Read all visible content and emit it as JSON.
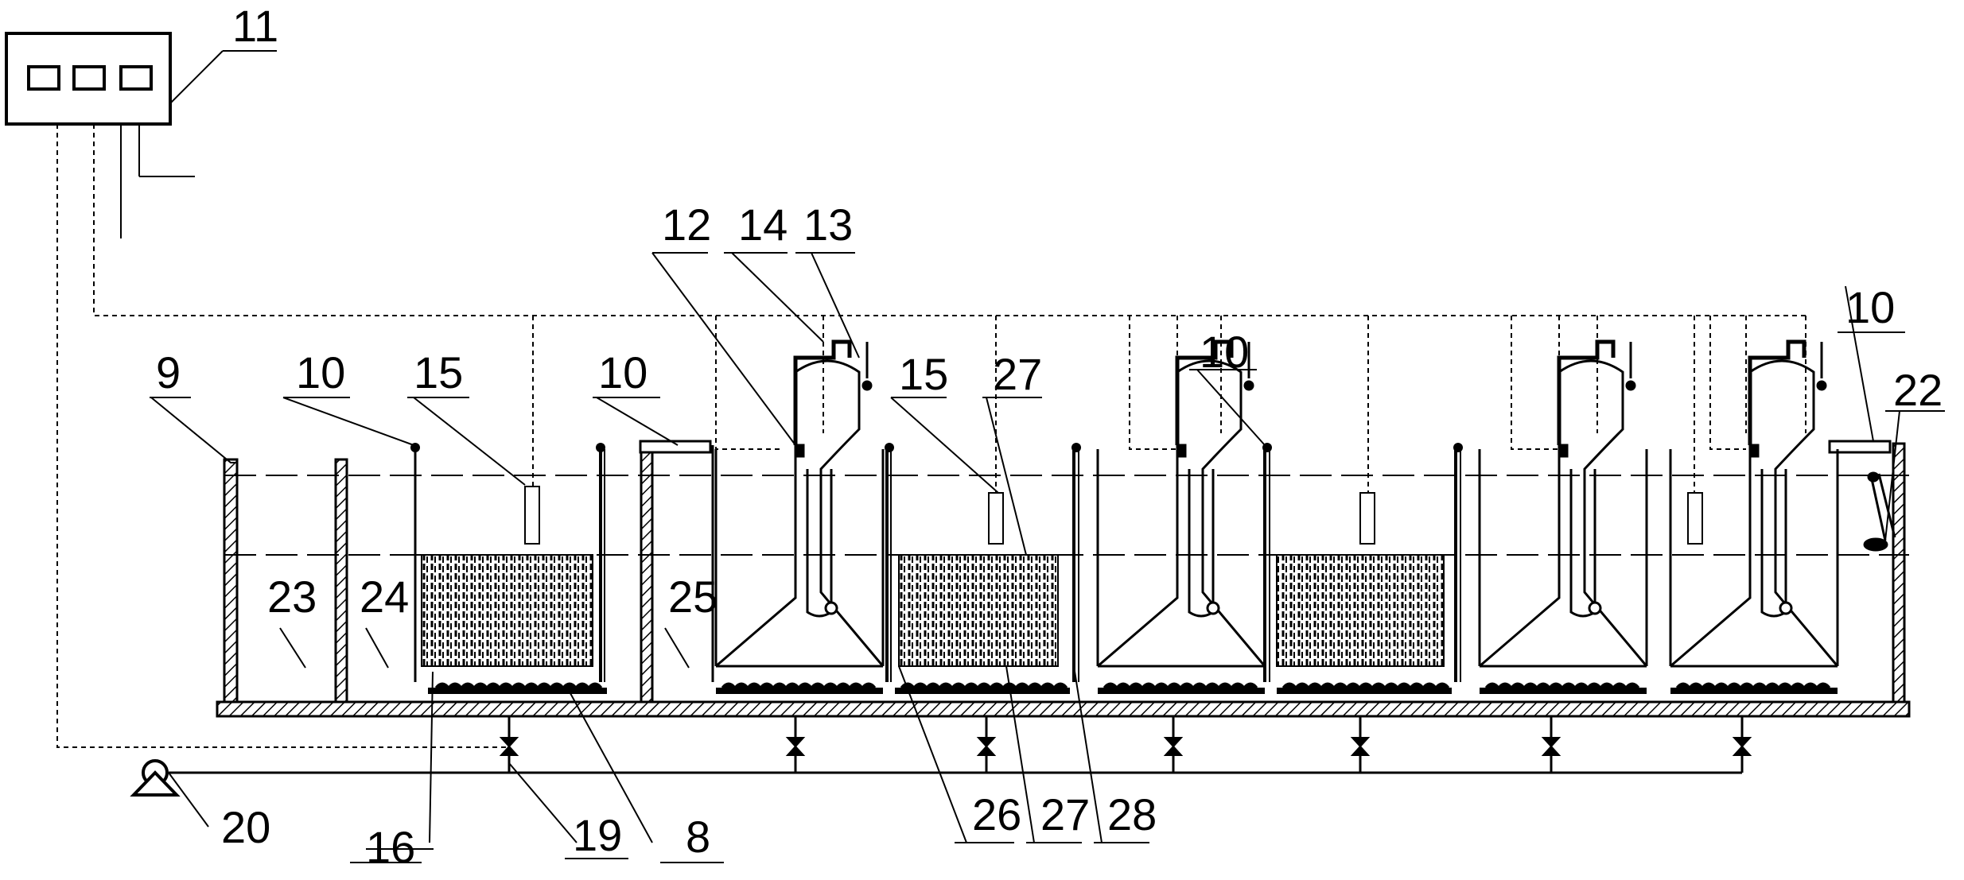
{
  "labels": {
    "l11": "11",
    "l9": "9",
    "l10a": "10",
    "l15a": "15",
    "l10b": "10",
    "l12": "12",
    "l14": "14",
    "l13": "13",
    "l15b": "15",
    "l27top": "27",
    "l10c": "10",
    "l10d": "10",
    "l22": "22",
    "l23": "23",
    "l24": "24",
    "l25": "25",
    "l20": "20",
    "l16": "16",
    "l19": "19",
    "l8": "8",
    "l26": "26",
    "l27bot": "27",
    "l28": "28"
  },
  "colors": {
    "line": "#000000",
    "background": "#ffffff"
  }
}
